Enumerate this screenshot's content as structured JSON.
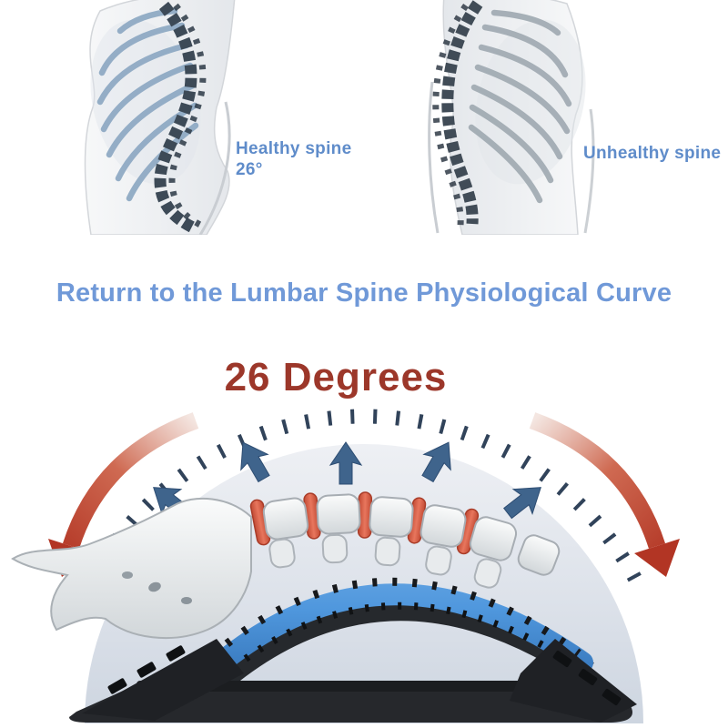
{
  "anatomy_figures": {
    "healthy": {
      "label": "Healthy spine",
      "angle": "26°"
    },
    "unhealthy": {
      "label": "Unhealthy spine"
    }
  },
  "title_section": {
    "heading": "Return to the Lumbar Spine Physiological Curve",
    "subheading": "26 Degrees"
  },
  "icons": {
    "rotation_arrow_left": "curved-red-arrow-sweeping-down-left",
    "rotation_arrow_right": "curved-red-arrow-sweeping-down-right",
    "expansion_arrows": "five-blue-arrows-radiating-outward",
    "angle_ticks": "dashed-protractor-arc"
  },
  "colors": {
    "label_blue": "#5f8cca",
    "heading_blue": "#7099d8",
    "degrees_red": "#9c372a",
    "expansion_arrow_blue": "#3f648c",
    "rotation_arrow_red": "#b23524",
    "disc_red": "#d95a42",
    "stretcher_blue": "#4f97dd",
    "stretcher_black": "#26282c",
    "dome_gray": "#d9dfe7",
    "rib_blue": "#8ba7c2",
    "rib_gray": "#9fa9b1",
    "spine_dark": "#3d4a57"
  }
}
